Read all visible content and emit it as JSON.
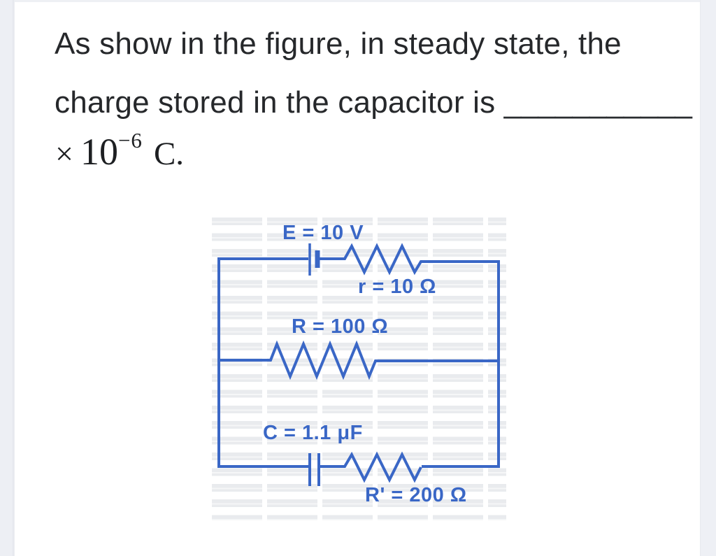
{
  "question": {
    "line1": "As show in the figure, in steady state, the",
    "line2": "charge stored in the capacitor is",
    "blank": "___________",
    "math": {
      "multiplier": "×",
      "base": "10",
      "exponent": "−6",
      "unit": "C."
    }
  },
  "figure": {
    "emf_label": "E = 10 V",
    "internal_resistance_label": "r = 10 Ω",
    "resistor_label": "R = 100 Ω",
    "capacitor_label": "C = 1.1 μF",
    "second_resistor_label": "R' = 200 Ω",
    "colors": {
      "circuit_blue": "#3a67c6",
      "watermark_gray": "#e9ebee"
    }
  },
  "page": {
    "background": "#ffffff",
    "text_color": "#26282b",
    "gutter_color": "#edeff4"
  }
}
